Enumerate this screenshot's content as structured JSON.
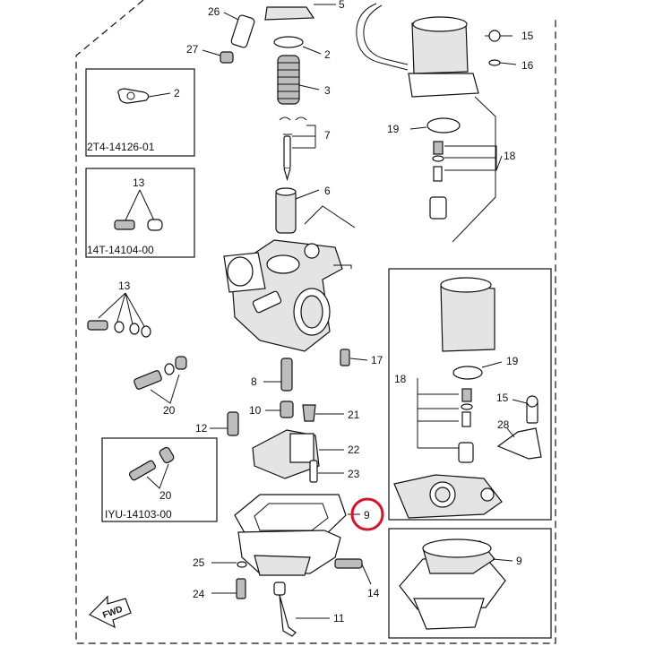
{
  "diagram": {
    "callouts": [
      "26",
      "5",
      "2",
      "3",
      "27",
      "7",
      "6",
      "15",
      "16",
      "19",
      "18",
      "2",
      "13",
      "13",
      "17",
      "8",
      "10",
      "21",
      "12",
      "22",
      "23",
      "20",
      "20",
      "9",
      "25",
      "24",
      "14",
      "11",
      "19",
      "18",
      "15",
      "28",
      "9"
    ],
    "boxes": {
      "box_2t4": "2T4-14126-01",
      "box_14t": "14T-14104-00",
      "box_iyu": "IYU-14103-00"
    },
    "fwd_label": "FWD",
    "highlight_color": "#d4142a"
  }
}
